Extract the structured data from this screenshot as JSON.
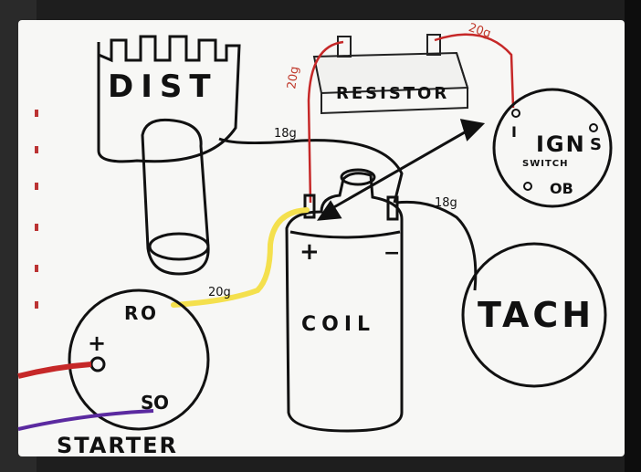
{
  "components": {
    "distributor": "DIST",
    "resistor": "RESISTOR",
    "ign_switch": "IGN",
    "switch_word": "SWITCH",
    "coil": "COIL",
    "tach": "TACH",
    "starter": "STARTER"
  },
  "terminals": {
    "ign_i": "I",
    "ign_s": "S",
    "ign_ob": "OB",
    "starter_r": "R",
    "starter_o": "O",
    "starter_s": "S",
    "starter_o2": "O",
    "coil_plus": "+",
    "coil_minus": "−",
    "starter_plus": "+"
  },
  "wire_gauges": {
    "dist_to_coil": "18g",
    "resistor_left": "20g",
    "resistor_right": "20g",
    "coil_to_tach": "18g",
    "starter_to_coil": "20g"
  },
  "colors": {
    "paper": "#f7f7f5",
    "ink": "#111111",
    "red_wire": "#c62828",
    "yellow_wire": "#f4e04d",
    "purple_wire": "#5b2aa0",
    "accent_red": "#d32f2f"
  }
}
